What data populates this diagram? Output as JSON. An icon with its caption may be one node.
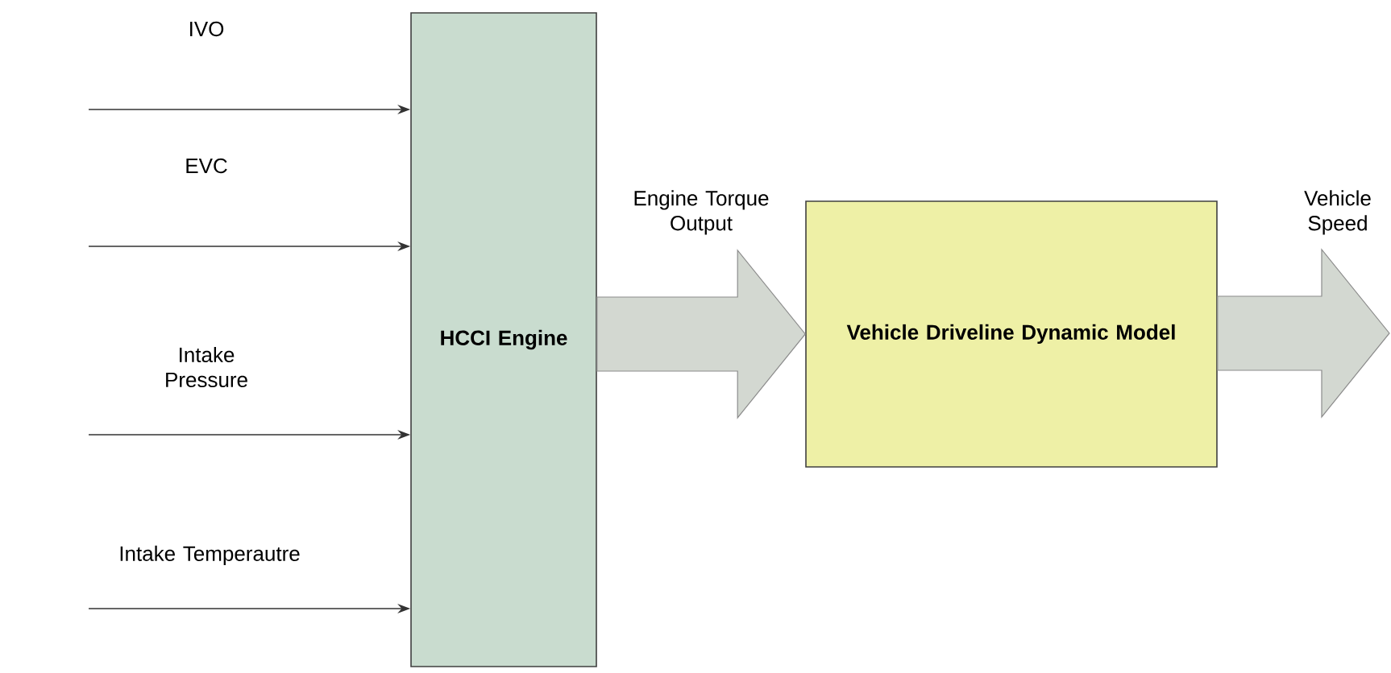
{
  "diagram": {
    "nodes": [
      {
        "text": [
          "HCCI Engine"
        ]
      },
      {
        "text": [
          "Vehicle Driveline Dynamic Model"
        ]
      }
    ],
    "edges": [
      {
        "from": null,
        "to": 0,
        "arrow": "to",
        "label": "IVO"
      },
      {
        "from": null,
        "to": 0,
        "arrow": "to",
        "label": "EVC"
      },
      {
        "from": null,
        "to": 0,
        "arrow": "to",
        "label": "Intake Pressure"
      },
      {
        "from": null,
        "to": 0,
        "arrow": "to",
        "label": "Intake Temperautre"
      },
      {
        "from": 0,
        "to": 1,
        "arrow": "to",
        "label": "Engine Torque Output",
        "style": "thick",
        "color": "#d3d8d1"
      },
      {
        "from": 1,
        "to": null,
        "arrow": "to",
        "label": "Vehicle Speed",
        "style": "thick",
        "color": "#d3d8d1"
      }
    ]
  }
}
